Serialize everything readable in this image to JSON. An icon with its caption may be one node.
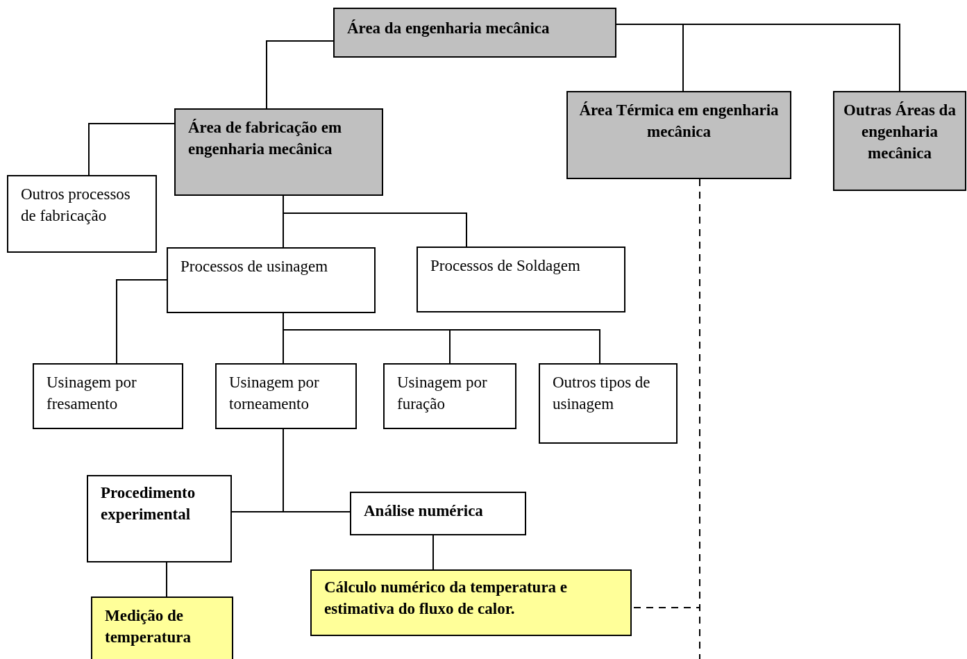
{
  "diagram": {
    "nodes": [
      {
        "text": [
          "Área da engenharia mecânica"
        ]
      },
      {
        "text": [
          "Área de fabricação em engenharia mecânica"
        ]
      },
      {
        "text": [
          "Área Térmica em engenharia mecânica"
        ]
      },
      {
        "text": [
          "Outras Áreas da engenharia mecânica"
        ]
      },
      {
        "text": [
          "Outros processos de fabricação"
        ]
      },
      {
        "text": [
          "Processos de usinagem"
        ]
      },
      {
        "text": [
          "Processos de Soldagem"
        ]
      },
      {
        "text": [
          "Usinagem por fresamento"
        ]
      },
      {
        "text": [
          "Usinagem por torneamento"
        ]
      },
      {
        "text": [
          "Usinagem por furação"
        ]
      },
      {
        "text": [
          "Outros tipos de usinagem"
        ]
      },
      {
        "text": [
          "Procedimento experimental"
        ]
      },
      {
        "text": [
          "Análise numérica"
        ]
      },
      {
        "text": [
          "Medição de temperatura"
        ]
      },
      {
        "text": [
          "Cálculo numérico da temperatura e estimativa do fluxo de calor."
        ]
      }
    ],
    "edges": [
      {
        "from": 0,
        "to": 1,
        "arrow": "none"
      },
      {
        "from": 0,
        "to": 2,
        "arrow": "none"
      },
      {
        "from": 0,
        "to": 3,
        "arrow": "none"
      },
      {
        "from": 1,
        "to": 4,
        "arrow": "none"
      },
      {
        "from": 1,
        "to": 5,
        "arrow": "none"
      },
      {
        "from": 1,
        "to": 6,
        "arrow": "none"
      },
      {
        "from": 5,
        "to": 7,
        "arrow": "none"
      },
      {
        "from": 5,
        "to": 8,
        "arrow": "none"
      },
      {
        "from": 5,
        "to": 9,
        "arrow": "none"
      },
      {
        "from": 5,
        "to": 10,
        "arrow": "none"
      },
      {
        "from": 8,
        "to": 11,
        "arrow": "none"
      },
      {
        "from": 8,
        "to": 12,
        "arrow": "none"
      },
      {
        "from": 11,
        "to": 13,
        "arrow": "none"
      },
      {
        "from": 12,
        "to": 14,
        "arrow": "none"
      },
      {
        "from": 2,
        "to": 14,
        "arrow": "none",
        "style": "dashed"
      },
      {
        "from": 2,
        "to": null,
        "arrow": "none",
        "style": "dashed"
      }
    ]
  }
}
